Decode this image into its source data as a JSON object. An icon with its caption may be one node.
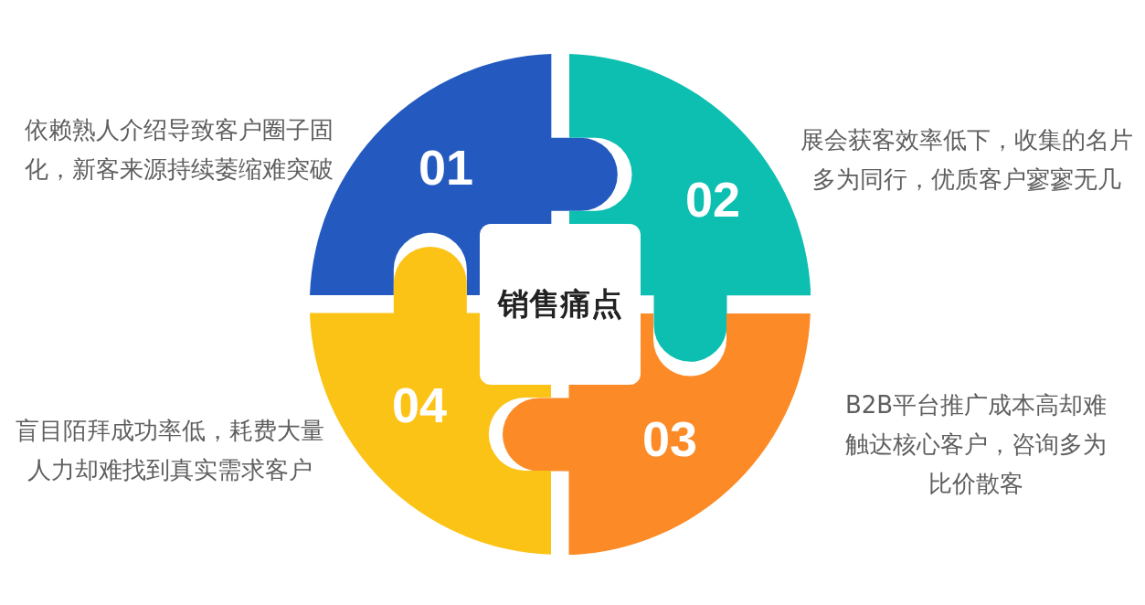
{
  "diagram": {
    "nodes": [
      {
        "text": [
          "销售痛点"
        ]
      },
      {
        "text": [
          "01"
        ],
        "beside": [
          "依赖熟人介绍导致客户圈子固化，新客来源持续萎缩难突破"
        ]
      },
      {
        "text": [
          "02"
        ],
        "beside": [
          "展会获客效率低下，收集的名片多为同行，优质客户寥寥无几"
        ]
      },
      {
        "text": [
          "03"
        ],
        "beside": [
          "B2B平台推广成本高却难触达核心客户，咨询多为比价散客"
        ]
      },
      {
        "text": [
          "04"
        ],
        "beside": [
          "盲目陌拜成功率低，耗费大量人力却难找到真实需求客户"
        ]
      }
    ]
  }
}
